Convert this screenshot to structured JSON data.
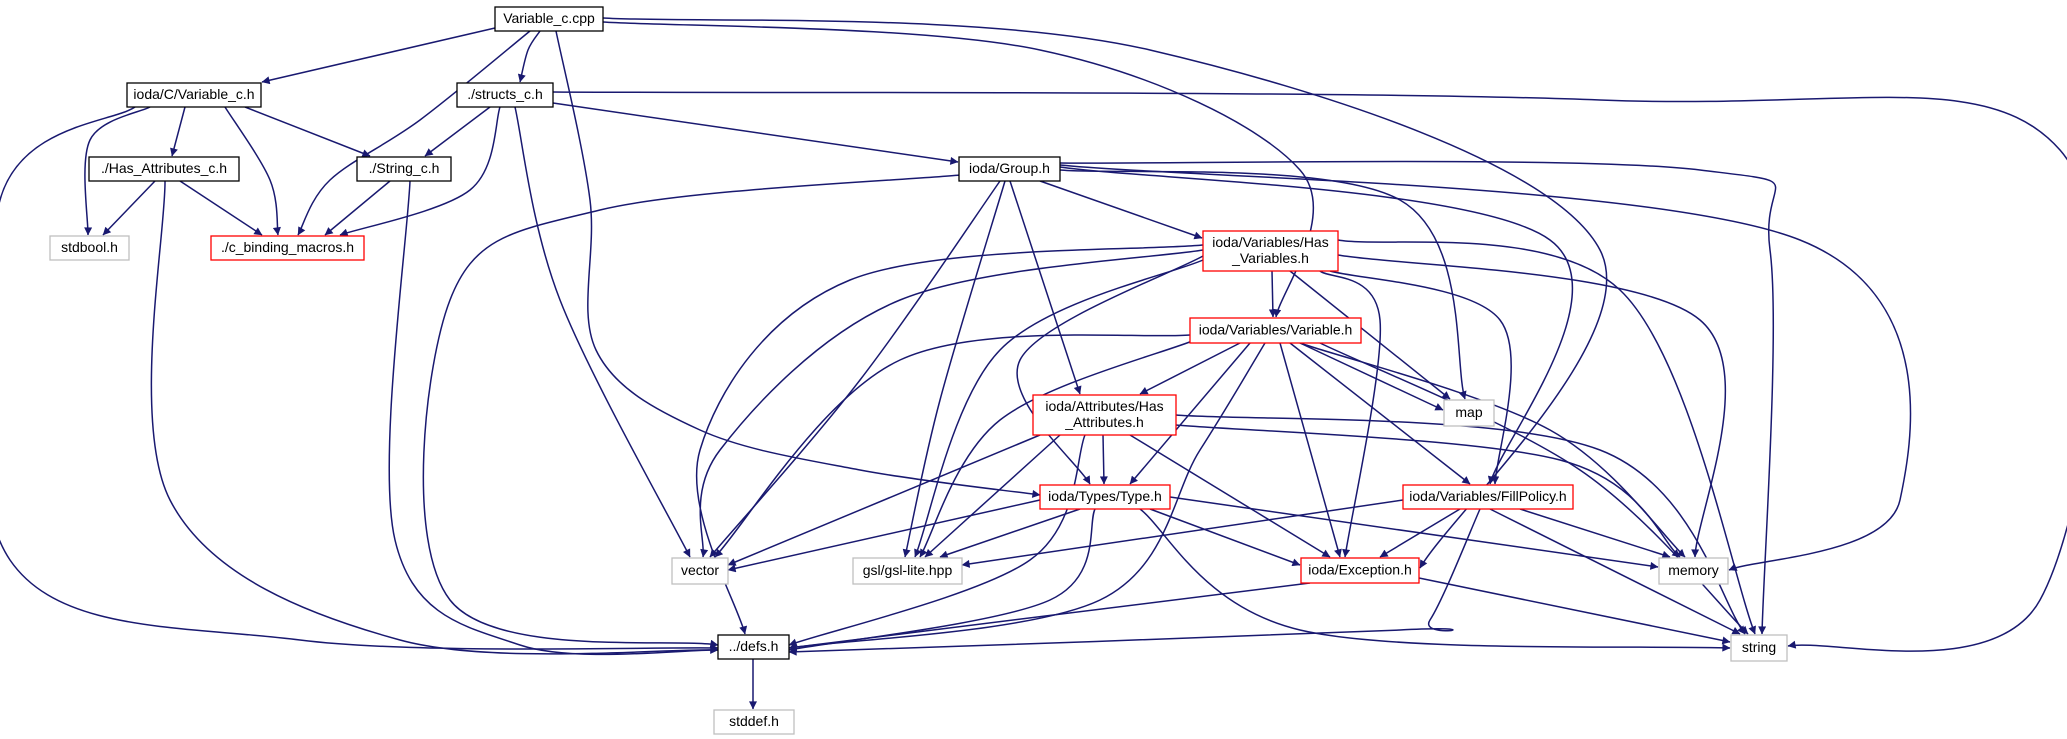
{
  "colors": {
    "edge": "#191970",
    "border_black": "#000000",
    "border_red": "#ff0000",
    "border_grey": "#bfbfbf",
    "root_fill": "#bfbfbf",
    "node_fill": "#ffffff"
  },
  "nodes": [
    {
      "id": "variable_c_cpp",
      "lines": [
        "Variable_c.cpp"
      ],
      "style": "root"
    },
    {
      "id": "ioda_c_variable_c_h",
      "lines": [
        "ioda/C/Variable_c.h"
      ],
      "style": "black"
    },
    {
      "id": "structs_c_h",
      "lines": [
        "./structs_c.h"
      ],
      "style": "black"
    },
    {
      "id": "has_attributes_c_h",
      "lines": [
        "./Has_Attributes_c.h"
      ],
      "style": "black"
    },
    {
      "id": "string_c_h",
      "lines": [
        "./String_c.h"
      ],
      "style": "black"
    },
    {
      "id": "stdbool_h",
      "lines": [
        "stdbool.h"
      ],
      "style": "grey"
    },
    {
      "id": "c_binding_macros_h",
      "lines": [
        "./c_binding_macros.h"
      ],
      "style": "red"
    },
    {
      "id": "ioda_group_h",
      "lines": [
        "ioda/Group.h"
      ],
      "style": "black"
    },
    {
      "id": "has_variables_h",
      "lines": [
        "ioda/Variables/Has",
        "_Variables.h"
      ],
      "style": "red"
    },
    {
      "id": "variable_h",
      "lines": [
        "ioda/Variables/Variable.h"
      ],
      "style": "red"
    },
    {
      "id": "attr_has_attributes_h",
      "lines": [
        "ioda/Attributes/Has",
        "_Attributes.h"
      ],
      "style": "red"
    },
    {
      "id": "map",
      "lines": [
        "map"
      ],
      "style": "grey"
    },
    {
      "id": "type_h",
      "lines": [
        "ioda/Types/Type.h"
      ],
      "style": "red"
    },
    {
      "id": "fillpolicy_h",
      "lines": [
        "ioda/Variables/FillPolicy.h"
      ],
      "style": "red"
    },
    {
      "id": "vector",
      "lines": [
        "vector"
      ],
      "style": "grey"
    },
    {
      "id": "gsl_lite_hpp",
      "lines": [
        "gsl/gsl-lite.hpp"
      ],
      "style": "grey"
    },
    {
      "id": "exception_h",
      "lines": [
        "ioda/Exception.h"
      ],
      "style": "red"
    },
    {
      "id": "memory",
      "lines": [
        "memory"
      ],
      "style": "grey"
    },
    {
      "id": "defs_h",
      "lines": [
        "../defs.h"
      ],
      "style": "black"
    },
    {
      "id": "string",
      "lines": [
        "string"
      ],
      "style": "grey"
    },
    {
      "id": "stddef_h",
      "lines": [
        "stddef.h"
      ],
      "style": "grey"
    }
  ],
  "edges": [
    [
      "variable_c_cpp",
      "ioda_c_variable_c_h"
    ],
    [
      "variable_c_cpp",
      "structs_c_h"
    ],
    [
      "variable_c_cpp",
      "c_binding_macros_h"
    ],
    [
      "variable_c_cpp",
      "type_h"
    ],
    [
      "variable_c_cpp",
      "variable_h"
    ],
    [
      "variable_c_cpp",
      "exception_h"
    ],
    [
      "ioda_c_variable_c_h",
      "has_attributes_c_h"
    ],
    [
      "ioda_c_variable_c_h",
      "string_c_h"
    ],
    [
      "ioda_c_variable_c_h",
      "stdbool_h"
    ],
    [
      "ioda_c_variable_c_h",
      "c_binding_macros_h"
    ],
    [
      "ioda_c_variable_c_h",
      "defs_h"
    ],
    [
      "structs_c_h",
      "string_c_h"
    ],
    [
      "structs_c_h",
      "c_binding_macros_h"
    ],
    [
      "structs_c_h",
      "ioda_group_h"
    ],
    [
      "structs_c_h",
      "vector"
    ],
    [
      "structs_c_h",
      "string"
    ],
    [
      "has_attributes_c_h",
      "stdbool_h"
    ],
    [
      "has_attributes_c_h",
      "c_binding_macros_h"
    ],
    [
      "has_attributes_c_h",
      "defs_h"
    ],
    [
      "string_c_h",
      "c_binding_macros_h"
    ],
    [
      "string_c_h",
      "defs_h"
    ],
    [
      "ioda_group_h",
      "has_variables_h"
    ],
    [
      "ioda_group_h",
      "attr_has_attributes_h"
    ],
    [
      "ioda_group_h",
      "vector"
    ],
    [
      "ioda_group_h",
      "gsl_lite_hpp"
    ],
    [
      "ioda_group_h",
      "defs_h"
    ],
    [
      "ioda_group_h",
      "map"
    ],
    [
      "ioda_group_h",
      "fillpolicy_h"
    ],
    [
      "ioda_group_h",
      "memory"
    ],
    [
      "ioda_group_h",
      "string"
    ],
    [
      "has_variables_h",
      "variable_h"
    ],
    [
      "has_variables_h",
      "type_h"
    ],
    [
      "has_variables_h",
      "vector"
    ],
    [
      "has_variables_h",
      "gsl_lite_hpp"
    ],
    [
      "has_variables_h",
      "defs_h"
    ],
    [
      "has_variables_h",
      "map"
    ],
    [
      "has_variables_h",
      "exception_h"
    ],
    [
      "has_variables_h",
      "fillpolicy_h"
    ],
    [
      "has_variables_h",
      "memory"
    ],
    [
      "has_variables_h",
      "string"
    ],
    [
      "variable_h",
      "attr_has_attributes_h"
    ],
    [
      "variable_h",
      "type_h"
    ],
    [
      "variable_h",
      "vector"
    ],
    [
      "variable_h",
      "gsl_lite_hpp"
    ],
    [
      "variable_h",
      "defs_h"
    ],
    [
      "variable_h",
      "map"
    ],
    [
      "variable_h",
      "exception_h"
    ],
    [
      "variable_h",
      "fillpolicy_h"
    ],
    [
      "variable_h",
      "memory"
    ],
    [
      "variable_h",
      "string"
    ],
    [
      "attr_has_attributes_h",
      "type_h"
    ],
    [
      "attr_has_attributes_h",
      "vector"
    ],
    [
      "attr_has_attributes_h",
      "gsl_lite_hpp"
    ],
    [
      "attr_has_attributes_h",
      "defs_h"
    ],
    [
      "attr_has_attributes_h",
      "exception_h"
    ],
    [
      "attr_has_attributes_h",
      "memory"
    ],
    [
      "attr_has_attributes_h",
      "string"
    ],
    [
      "type_h",
      "vector"
    ],
    [
      "type_h",
      "gsl_lite_hpp"
    ],
    [
      "type_h",
      "exception_h"
    ],
    [
      "type_h",
      "memory"
    ],
    [
      "type_h",
      "defs_h"
    ],
    [
      "type_h",
      "string"
    ],
    [
      "fillpolicy_h",
      "gsl_lite_hpp"
    ],
    [
      "fillpolicy_h",
      "exception_h"
    ],
    [
      "fillpolicy_h",
      "memory"
    ],
    [
      "fillpolicy_h",
      "defs_h"
    ],
    [
      "fillpolicy_h",
      "string"
    ],
    [
      "exception_h",
      "defs_h"
    ],
    [
      "exception_h",
      "string"
    ],
    [
      "defs_h",
      "stddef_h"
    ]
  ]
}
